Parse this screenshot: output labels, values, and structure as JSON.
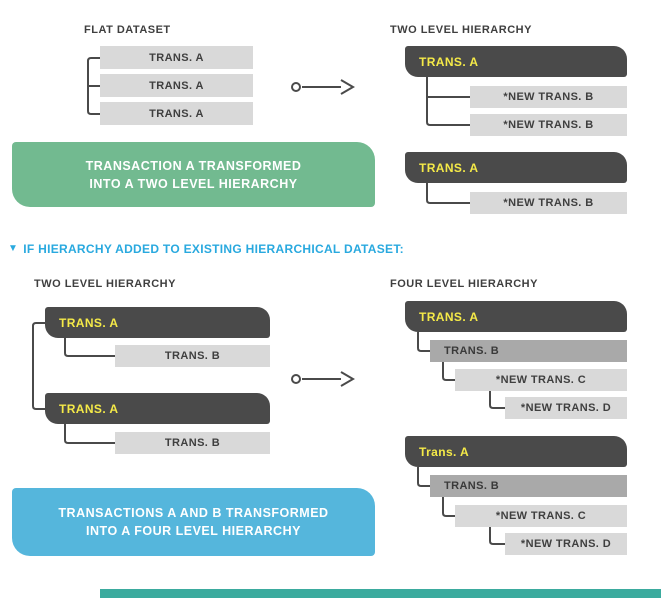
{
  "colors": {
    "dark_node": "#4A4A4A",
    "node_text_yellow": "#F5EA48",
    "light_node": "#D9D9D9",
    "medium_node": "#A9A9A9",
    "green_banner": "#72BA90",
    "blue_banner": "#55B6DC",
    "blue_heading": "#29A9DF",
    "footer_bar": "#3BAB9E",
    "connector_line": "#4A4A4A",
    "label_text": "#3F3F3F"
  },
  "top_section": {
    "flat_dataset": {
      "title": "FLAT DATASET",
      "items": [
        "TRANS. A",
        "TRANS. A",
        "TRANS. A"
      ]
    },
    "two_level_hierarchy": {
      "title": "TWO LEVEL HIERARCHY",
      "groups": [
        {
          "parent": "TRANS. A",
          "children": [
            "*NEW TRANS. B",
            "*NEW TRANS. B"
          ]
        },
        {
          "parent": "TRANS. A",
          "children": [
            "*NEW TRANS. B"
          ]
        }
      ]
    },
    "banner": {
      "line1": "TRANSACTION A TRANSFORMED",
      "line2": "INTO A TWO LEVEL HIERARCHY"
    }
  },
  "divider": {
    "icon": "▼",
    "label": "IF HIERARCHY ADDED TO EXISTING HIERARCHICAL DATASET:"
  },
  "bottom_section": {
    "two_level_hierarchy": {
      "title": "TWO LEVEL HIERARCHY",
      "groups": [
        {
          "parent": "TRANS. A",
          "children": [
            "TRANS. B"
          ]
        },
        {
          "parent": "TRANS. A",
          "children": [
            "TRANS. B"
          ]
        }
      ]
    },
    "four_level_hierarchy": {
      "title": "FOUR LEVEL HIERARCHY",
      "groups": [
        {
          "parent": "TRANS. A",
          "level2": "TRANS. B",
          "level3": "*NEW TRANS. C",
          "level4": "*NEW TRANS. D"
        },
        {
          "parent": "Trans. A",
          "level2": "TRANS. B",
          "level3": "*NEW TRANS. C",
          "level4": "*NEW TRANS. D"
        }
      ]
    },
    "banner": {
      "line1": "TRANSACTIONS A AND B TRANSFORMED",
      "line2": "INTO A FOUR LEVEL HIERARCHY"
    }
  }
}
